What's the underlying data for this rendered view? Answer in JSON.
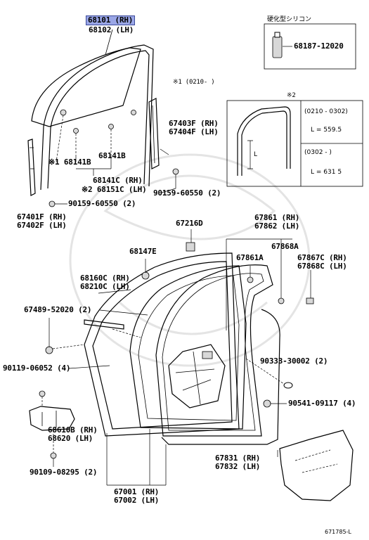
{
  "labels": {
    "p68101": "68101 (RH)",
    "p68102": "68102 (LH)",
    "sealant": "硬化型シリコン",
    "p68187": "68187-12020",
    "note1": "※1 (0210-     )",
    "note2": "※2",
    "box_range1": "(0210 - 0302)",
    "box_len1": "L = 559.5",
    "box_range2": "(0302 -         )",
    "box_len2": "L = 631 5",
    "box_L": "L",
    "p67403": "67403F (RH)",
    "p67404": "67404F (LH)",
    "p68141b_left": "※1 68141B",
    "p68141b_right": "68141B",
    "p68141c": "68141C (RH)",
    "p68151c": "※2 68151C (LH)",
    "p90159_right": "90159-60550 (2)",
    "p90159_left": "90159-60550 (2)",
    "p67401": "67401F (RH)",
    "p67402": "67402F (LH)",
    "p67216": "67216D",
    "p67861": "67861 (RH)",
    "p67862": "67862 (LH)",
    "p67868a": "67868A",
    "p67861a": "67861A",
    "p67867c": "67867C (RH)",
    "p67868c": "67868C (LH)",
    "p68147e": "68147E",
    "p68160c": "68160C (RH)",
    "p68210c": "68210C (LH)",
    "p67489": "67489-52020 (2)",
    "p90119": "90119-06052 (4)",
    "p90333": "90333-30002 (2)",
    "p90541": "90541-09117 (4)",
    "p68610b": "68610B (RH)",
    "p68620": "68620 (LH)",
    "p67831": "67831 (RH)",
    "p67832": "67832 (LH)",
    "p90109": "90109-08295 (2)",
    "p67001": "67001 (RH)",
    "p67002": "67002 (LH)",
    "diagram_id": "671785-L"
  },
  "colors": {
    "highlight": "#9aa6e6",
    "ink": "#000000",
    "watermark": "#e4e4e4"
  }
}
